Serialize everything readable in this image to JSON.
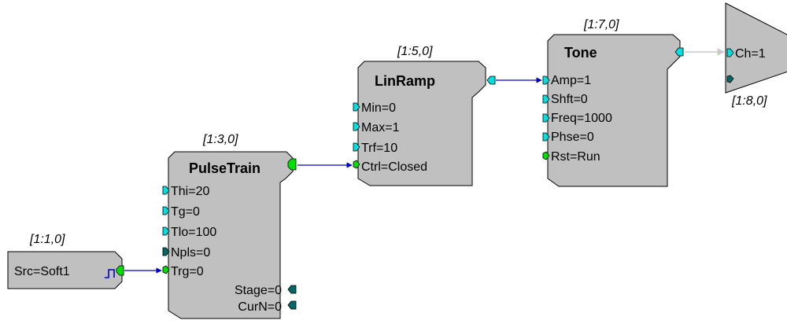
{
  "blocks": {
    "src": {
      "ref": "[1:1,0]",
      "label": "Src=Soft1"
    },
    "pulse": {
      "ref": "[1:3,0]",
      "title": "PulseTrain",
      "inputs": [
        "Thi=20",
        "Tg=0",
        "Tlo=100",
        "Npls=0",
        "Trg=0"
      ],
      "outputs": [
        "Stage=0",
        "CurN=0"
      ]
    },
    "linramp": {
      "ref": "[1:5,0]",
      "title": "LinRamp",
      "inputs": [
        "Min=0",
        "Max=1",
        "Trf=10",
        "Ctrl=Closed"
      ]
    },
    "tone": {
      "ref": "[1:7,0]",
      "title": "Tone",
      "inputs": [
        "Amp=1",
        "Shft=0",
        "Freq=1000",
        "Phse=0",
        "Rst=Run"
      ]
    },
    "dac": {
      "ref": "[1:8,0]",
      "label": "Ch=1"
    }
  },
  "colors": {
    "block_fill": "#c0c0c0",
    "wire": "#0000c0",
    "wire_gray": "#c8c8c8",
    "port_cyan": "#00e0e0",
    "port_green": "#00e000",
    "port_teal": "#006868"
  }
}
